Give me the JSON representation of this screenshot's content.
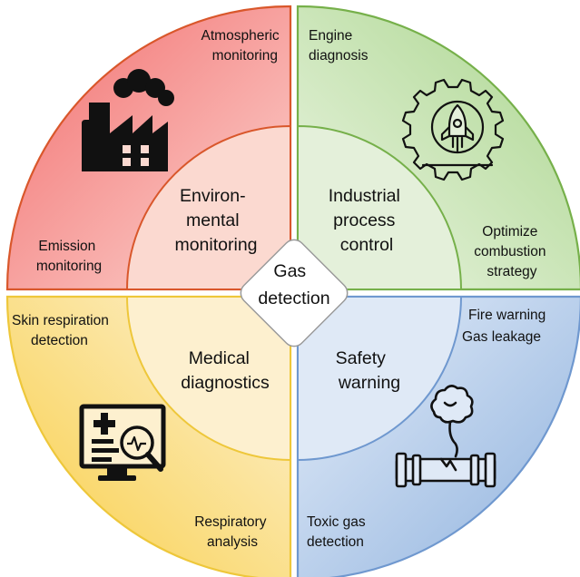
{
  "center": {
    "line1": "Gas",
    "line2": "detection"
  },
  "quadrants": [
    {
      "id": "environmental",
      "color_outer": "#f6a3a3",
      "color_inner": "#fbd8cf",
      "border": "#d9572b",
      "icon": "factory-icon",
      "inner_lines": [
        "Environ-",
        "mental",
        "monitoring"
      ],
      "applications": [
        {
          "lines": [
            "Atmospheric",
            "monitoring"
          ]
        },
        {
          "lines": [
            "Emission",
            "monitoring"
          ]
        }
      ]
    },
    {
      "id": "industrial",
      "color_outer": "#cfe6bf",
      "color_inner": "#e3f0d8",
      "border": "#76b04a",
      "icon": "rocket-gear-icon",
      "inner_lines": [
        "Industrial",
        "process",
        "control"
      ],
      "applications": [
        {
          "lines": [
            "Engine",
            "diagnosis"
          ]
        },
        {
          "lines": [
            "Optimize",
            "combustion",
            "strategy"
          ]
        }
      ]
    },
    {
      "id": "medical",
      "color_outer": "#fbe3a0",
      "color_inner": "#fdf0cf",
      "border": "#eec73a",
      "icon": "medical-monitor-icon",
      "inner_lines": [
        "Medical",
        "diagnostics"
      ],
      "applications": [
        {
          "lines": [
            "Skin respiration",
            "detection"
          ]
        },
        {
          "lines": [
            "Respiratory",
            "analysis"
          ]
        }
      ]
    },
    {
      "id": "safety",
      "color_outer": "#c9daf0",
      "color_inner": "#dde8f6",
      "border": "#6f98cf",
      "icon": "pipe-leak-icon",
      "inner_lines": [
        "Safety",
        "warning"
      ],
      "applications": [
        {
          "lines": [
            "Fire warning",
            "Gas leakage"
          ]
        },
        {
          "lines": [
            "Toxic gas",
            "detection"
          ]
        }
      ]
    }
  ]
}
